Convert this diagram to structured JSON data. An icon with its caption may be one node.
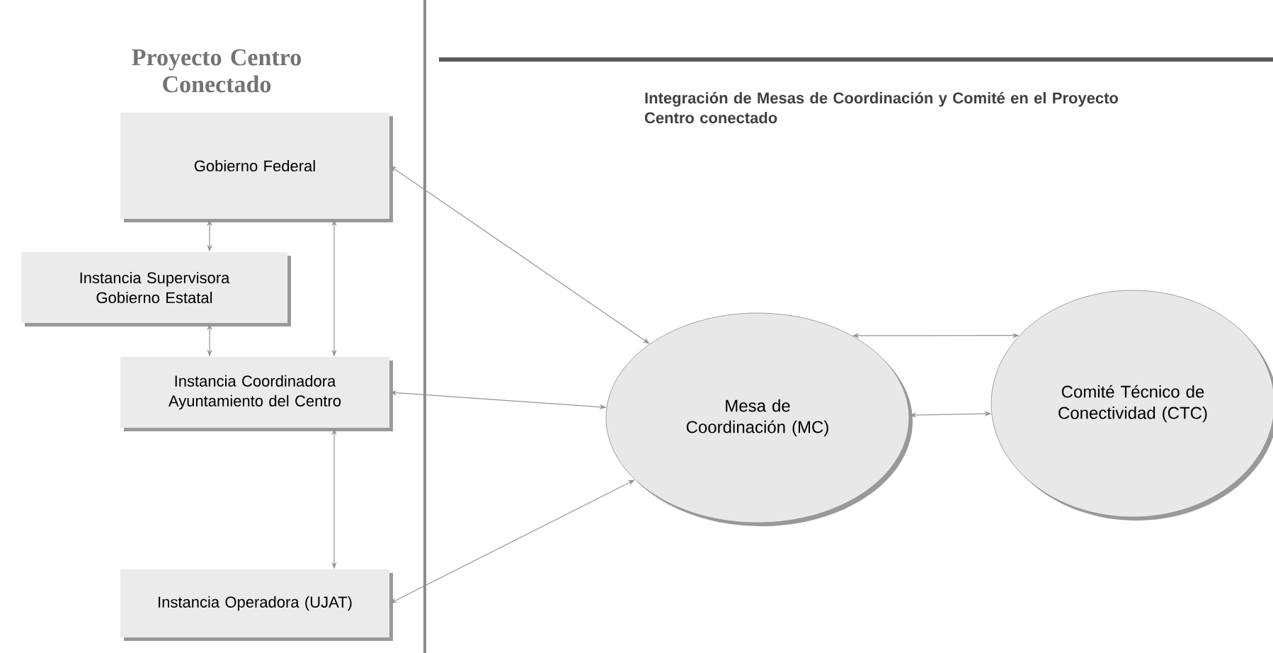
{
  "diagram": {
    "title": "Proyecto Centro Conectado",
    "nodes": [
      {
        "text": [
          "Gobierno Federal"
        ]
      },
      {
        "text": [
          "Instancia Supervisora Gobierno Estatal"
        ]
      },
      {
        "text": [
          "Instancia Coordinadora Ayuntamiento del Centro"
        ]
      },
      {
        "text": [
          "Instancia Operadora (UJAT)"
        ]
      },
      {
        "text": [
          "Mesa de Coordinación (MC)"
        ]
      },
      {
        "text": [
          "Comité Técnico de Conectividad (CTC)"
        ]
      }
    ],
    "edges": [
      {
        "from": 0,
        "to": 1,
        "arrow": "both"
      },
      {
        "from": 0,
        "to": 2,
        "arrow": "both"
      },
      {
        "from": 1,
        "to": 2,
        "arrow": "both"
      },
      {
        "from": 2,
        "to": 3,
        "arrow": "both"
      },
      {
        "from": 0,
        "to": 4,
        "arrow": "both"
      },
      {
        "from": 2,
        "to": 4,
        "arrow": "both"
      },
      {
        "from": 3,
        "to": 4,
        "arrow": "both"
      },
      {
        "from": 4,
        "to": 5,
        "arrow": "both"
      },
      {
        "from": 4,
        "to": 5,
        "arrow": "both"
      }
    ],
    "labels": [
      "Integración de Mesas de Coordinación y Comité en el Proyecto Centro conectado"
    ]
  }
}
